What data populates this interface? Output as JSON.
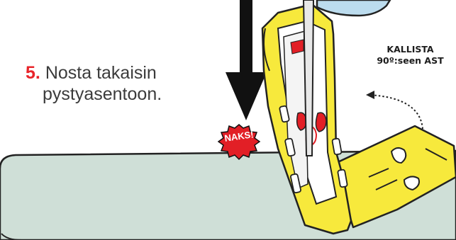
{
  "step": {
    "number": "5.",
    "text_line1": "Nosta takaisin",
    "text_line2": "pystyasentoon."
  },
  "callout": {
    "line1": "KALLISTA",
    "line2": "90º:seen AST"
  },
  "burst": {
    "label": "NAKS!"
  },
  "colors": {
    "step_number": "#e8242a",
    "tray_yellow": "#f7e93c",
    "table": "#cfdfd7",
    "burst_red": "#e21f26",
    "hand": "#bcdcee"
  },
  "icons": {
    "arrow": "down-arrow-icon",
    "burst": "starburst-icon",
    "curved_arrow": "curved-dotted-arrow-icon"
  }
}
